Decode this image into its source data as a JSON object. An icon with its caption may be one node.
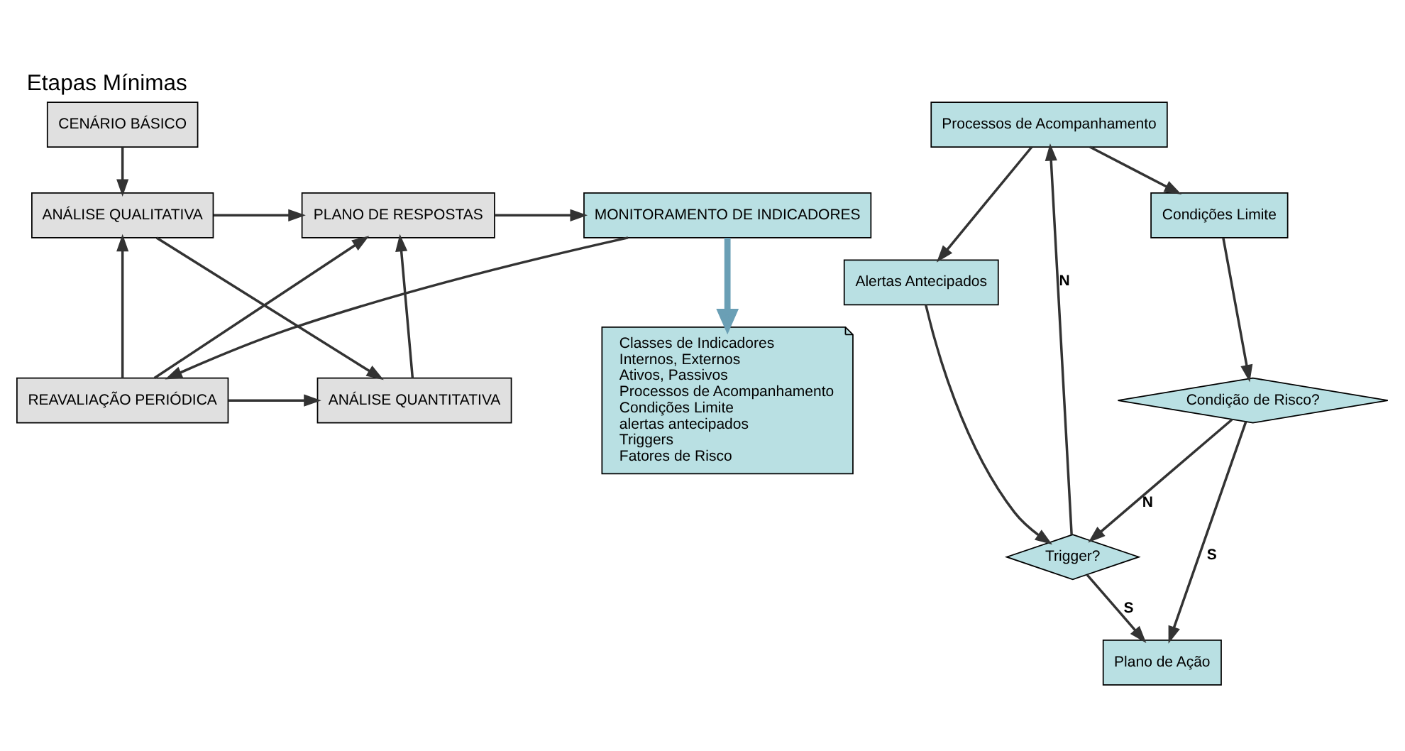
{
  "diagram": {
    "title": "Etapas Mínimas",
    "nodes": [
      {
        "text": [
          "CENÁRIO BÁSICO"
        ]
      },
      {
        "text": [
          "ANÁLISE QUALITATIVA"
        ]
      },
      {
        "text": [
          "PLANO DE RESPOSTAS"
        ]
      },
      {
        "text": [
          "MONITORAMENTO DE INDICADORES"
        ]
      },
      {
        "text": [
          "ANÁLISE QUANTITATIVA"
        ]
      },
      {
        "text": [
          "REAVALIAÇÃO PERIÓDICA"
        ]
      },
      {
        "text": [
          "Classes de Indicadores",
          "Internos, Externos",
          "Ativos, Passivos",
          "Processos de Acompanhamento",
          "Condições Limite",
          "alertas antecipados",
          "Triggers",
          "Fatores de Risco"
        ]
      },
      {
        "text": [
          "Processos de Acompanhamento"
        ]
      },
      {
        "text": [
          "Alertas Antecipados"
        ]
      },
      {
        "text": [
          "Condições Limite"
        ]
      },
      {
        "text": [
          "Trigger?"
        ]
      },
      {
        "text": [
          "Condição de Risco?"
        ]
      },
      {
        "text": [
          "Plano de Ação"
        ]
      }
    ],
    "edges": [
      {
        "from": 0,
        "to": 1,
        "arrow": "to"
      },
      {
        "from": 1,
        "to": 2,
        "arrow": "to"
      },
      {
        "from": 2,
        "to": 3,
        "arrow": "to"
      },
      {
        "from": 1,
        "to": 4,
        "arrow": "to"
      },
      {
        "from": 3,
        "to": 5,
        "arrow": "to"
      },
      {
        "from": 4,
        "to": 2,
        "arrow": "to"
      },
      {
        "from": 5,
        "to": 1,
        "arrow": "to"
      },
      {
        "from": 5,
        "to": 4,
        "arrow": "to"
      },
      {
        "from": 5,
        "to": 2,
        "arrow": "to"
      },
      {
        "from": 3,
        "to": 6,
        "arrow": "to",
        "style": "thick",
        "color": "#6a9fb5"
      },
      {
        "from": 7,
        "to": 8,
        "arrow": "to"
      },
      {
        "from": 7,
        "to": 9,
        "arrow": "to"
      },
      {
        "from": 8,
        "to": 10,
        "arrow": "to"
      },
      {
        "from": 9,
        "to": 11,
        "arrow": "to"
      },
      {
        "from": 11,
        "to": 10,
        "arrow": "to",
        "label": "N"
      },
      {
        "from": 10,
        "to": 7,
        "arrow": "to",
        "label": "N"
      },
      {
        "from": 10,
        "to": 12,
        "arrow": "to",
        "label": "S"
      },
      {
        "from": 11,
        "to": 12,
        "arrow": "to",
        "label": "S"
      }
    ]
  }
}
